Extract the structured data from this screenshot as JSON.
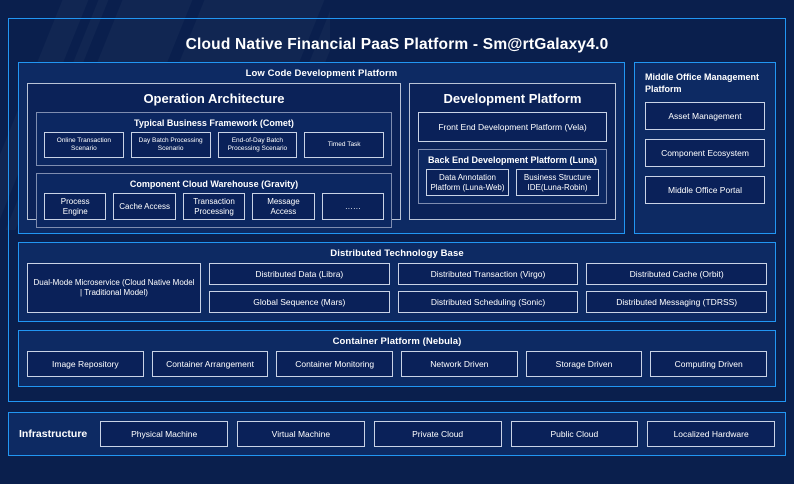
{
  "title": "Cloud Native Financial PaaS Platform - Sm@rtGalaxy4.0",
  "colors": {
    "page_background": "#0a1f4d",
    "band_background": "#0d2a63",
    "accent_border": "#2196f3",
    "chip_border": "#c9d3e6",
    "text": "#ffffff"
  },
  "low_code": {
    "title": "Low Code Development Platform",
    "operation_architecture": {
      "title": "Operation Architecture",
      "typical_business_framework": {
        "title": "Typical Business Framework (Comet)",
        "items": [
          "Online Transaction Scenario",
          "Day Batch Processing Scenario",
          "End-of-Day Batch Processing Scenario",
          "Timed Task"
        ]
      },
      "component_cloud_warehouse": {
        "title": "Component Cloud Warehouse (Gravity)",
        "items": [
          "Process Engine",
          "Cache Access",
          "Transaction Processing",
          "Message Access",
          "……"
        ]
      }
    },
    "development_platform": {
      "title": "Development Platform",
      "front_end": "Front End Development Platform (Vela)",
      "back_end": {
        "title": "Back End Development Platform (Luna)",
        "items": [
          "Data Annotation Platform (Luna-Web)",
          "Business Structure IDE(Luna-Robin)"
        ]
      }
    }
  },
  "middle_office": {
    "title": "Middle Office Management Platform",
    "items": [
      "Asset Management",
      "Component Ecosystem",
      "Middle Office Portal"
    ]
  },
  "distributed_technology_base": {
    "title": "Distributed Technology Base",
    "feature": "Dual-Mode Microservice (Cloud Native Model | Traditional Model)",
    "columns": [
      {
        "top": "Distributed Data (Libra)",
        "bottom": "Global Sequence (Mars)"
      },
      {
        "top": "Distributed Transaction (Virgo)",
        "bottom": "Distributed Scheduling (Sonic)"
      },
      {
        "top": "Distributed Cache (Orbit)",
        "bottom": "Distributed Messaging (TDRSS)"
      }
    ]
  },
  "container_platform": {
    "title": "Container Platform (Nebula)",
    "items": [
      "Image Repository",
      "Container Arrangement",
      "Container Monitoring",
      "Network Driven",
      "Storage Driven",
      "Computing Driven"
    ]
  },
  "infrastructure": {
    "label": "Infrastructure",
    "items": [
      "Physical Machine",
      "Virtual Machine",
      "Private Cloud",
      "Public Cloud",
      "Localized Hardware"
    ]
  }
}
